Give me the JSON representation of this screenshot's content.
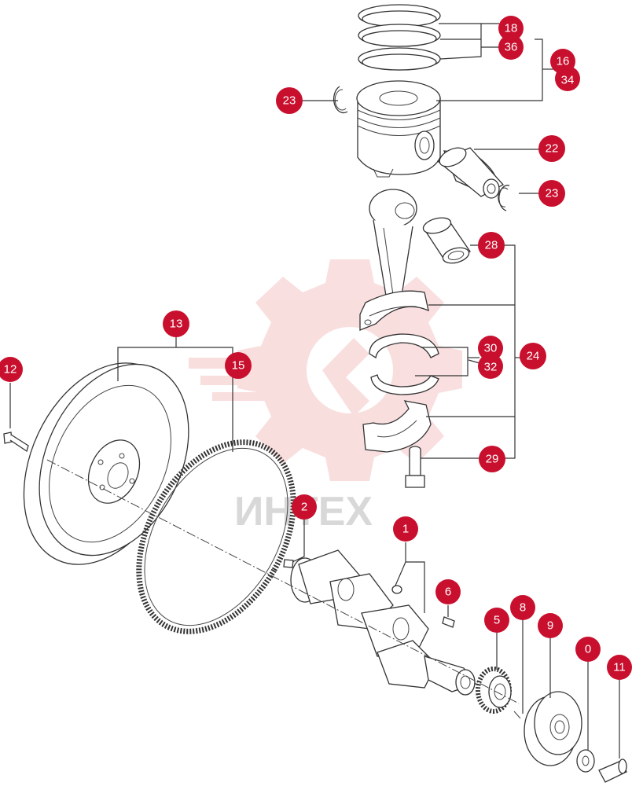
{
  "watermark": {
    "text": "ИНТЕХ",
    "color": "#f2b8b8"
  },
  "colors": {
    "callout": "#c8102e",
    "callout_text": "#ffffff",
    "line": "#333333"
  },
  "callouts": {
    "c18": "18",
    "c36": "36",
    "c16": "16",
    "c34": "34",
    "c23a": "23",
    "c22": "22",
    "c23b": "23",
    "c28": "28",
    "c30": "30",
    "c32": "32",
    "c24": "24",
    "c29": "29",
    "c13": "13",
    "c15": "15",
    "c12": "12",
    "c2": "2",
    "c1": "1",
    "c6": "6",
    "c5": "5",
    "c8": "8",
    "c9": "9",
    "c0": "0",
    "c11": "11"
  }
}
